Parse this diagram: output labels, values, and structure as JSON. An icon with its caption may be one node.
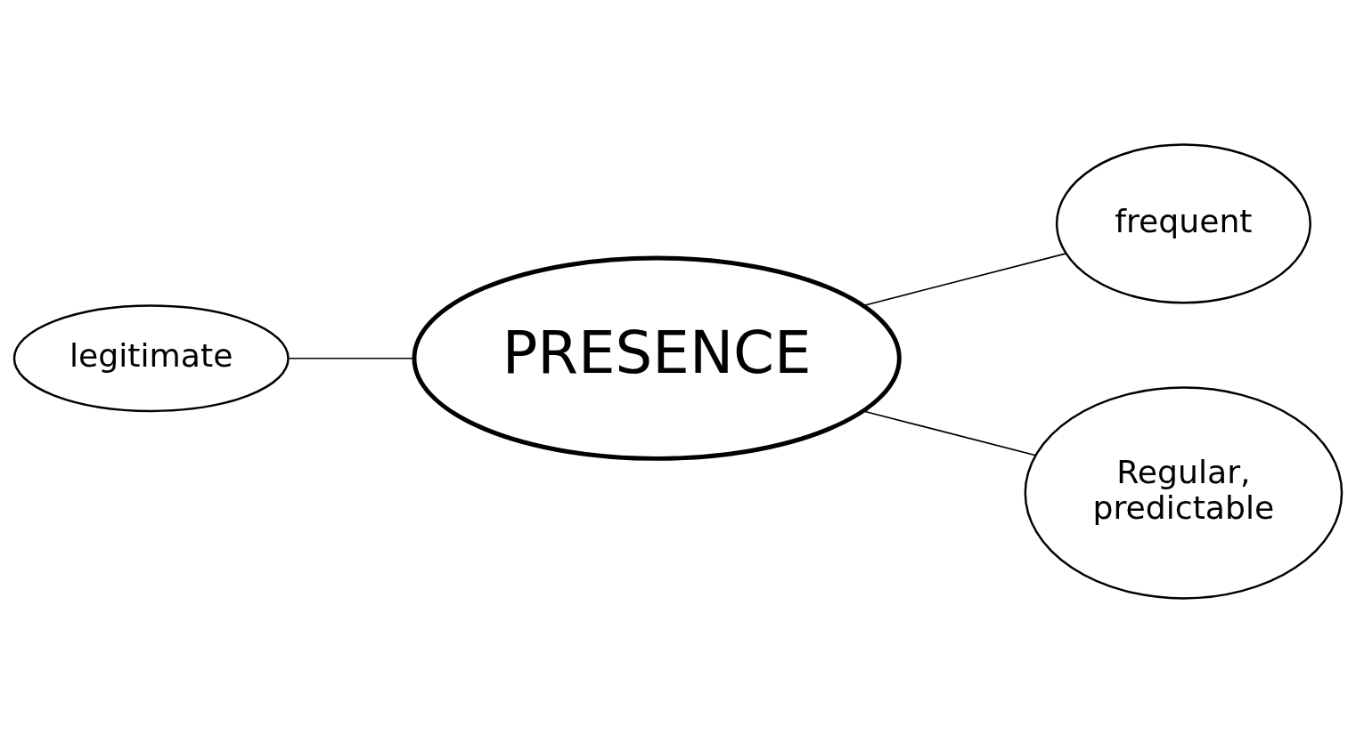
{
  "diagram": {
    "nodes": [
      {
        "text": [
          "legitimate"
        ]
      },
      {
        "text": [
          "frequent"
        ]
      },
      {
        "text": [
          "PRESENCE"
        ]
      },
      {
        "text": [
          "Regular, predictable"
        ]
      }
    ],
    "edges": [
      {
        "from": 0,
        "to": 2,
        "arrow": "none"
      },
      {
        "from": 2,
        "to": 1,
        "arrow": "none"
      },
      {
        "from": 2,
        "to": 3,
        "arrow": "none"
      }
    ]
  }
}
